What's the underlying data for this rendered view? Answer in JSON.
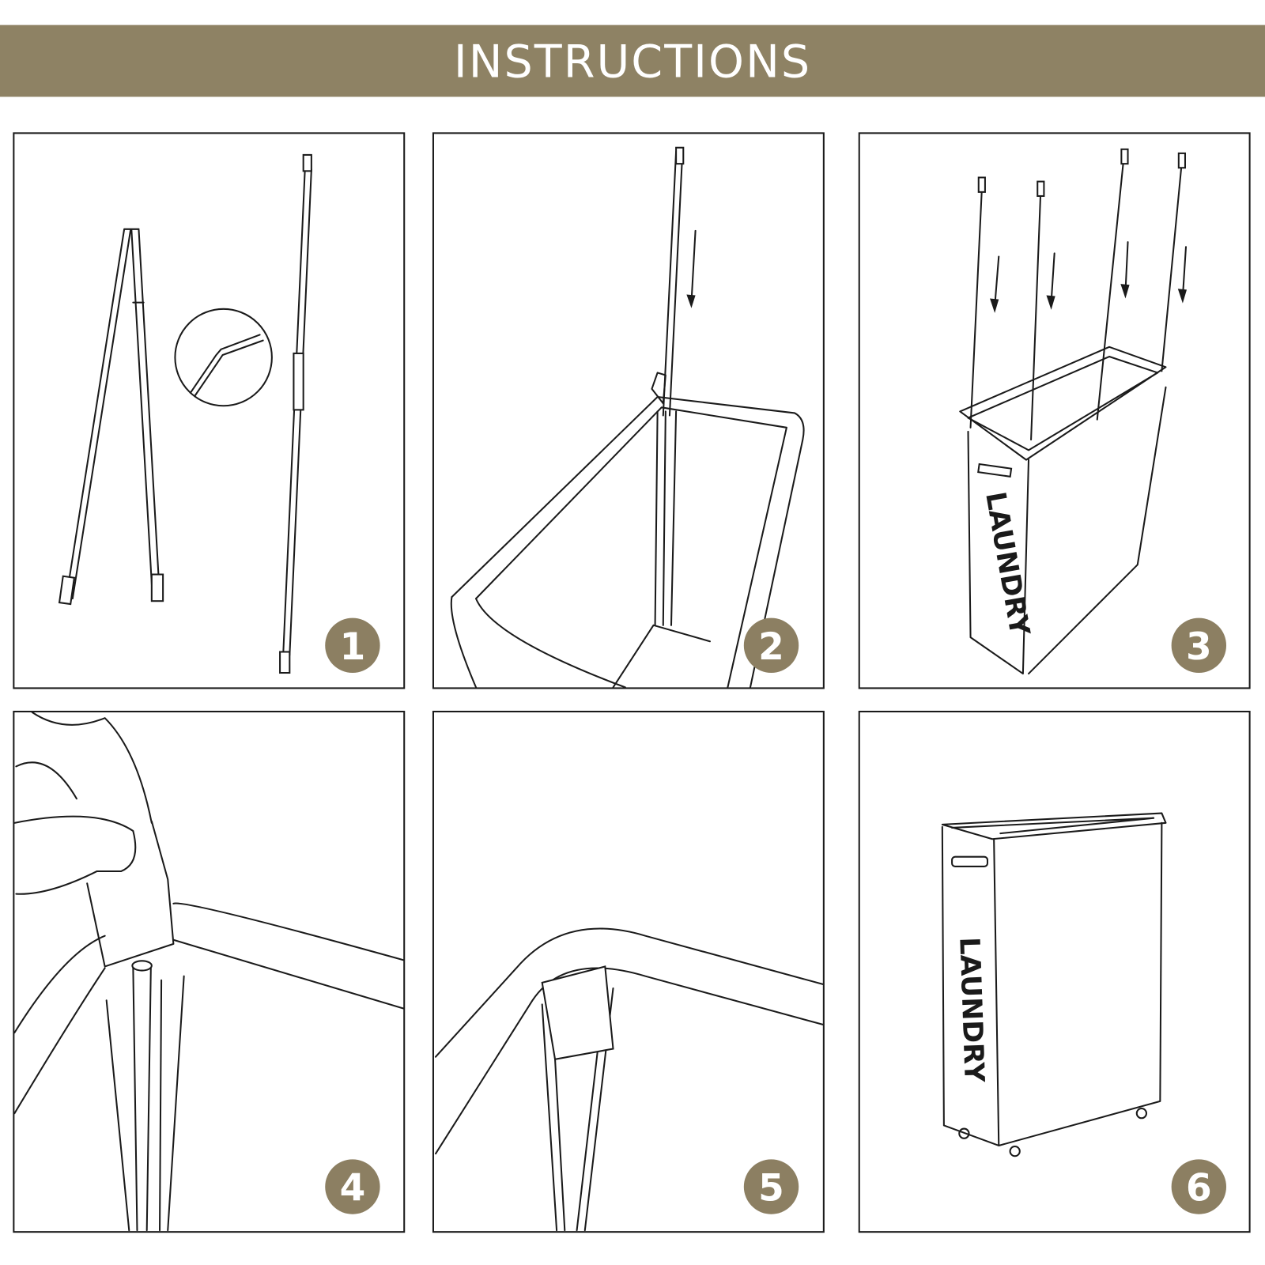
{
  "header": {
    "title": "INSTRUCTIONS"
  },
  "steps": [
    {
      "number": "1"
    },
    {
      "number": "2"
    },
    {
      "number": "3",
      "basket_label": "LAUNDRY"
    },
    {
      "number": "4"
    },
    {
      "number": "5"
    },
    {
      "number": "6",
      "basket_label": "LAUNDRY"
    }
  ],
  "colors": {
    "accent": "#8e8264",
    "line": "#1a1a1a"
  }
}
